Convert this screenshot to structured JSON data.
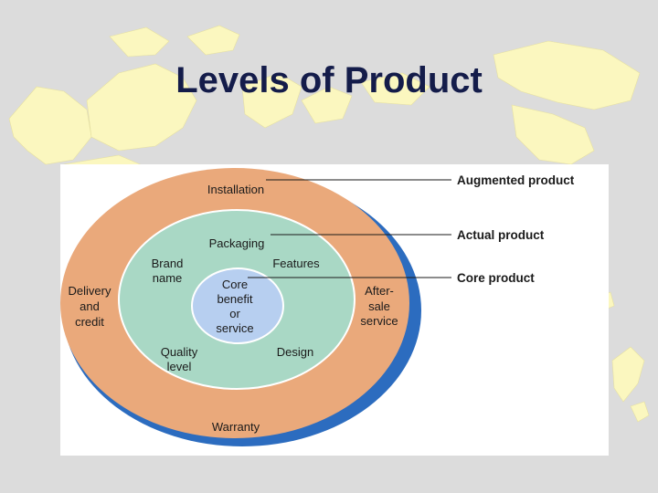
{
  "slide": {
    "title": "Levels of Product"
  },
  "colors": {
    "background": "#dcdcdc",
    "map_land": "#fbf7bf",
    "outer_ring": "#eaa97b",
    "shadow_ring": "#2c6cbf",
    "middle_ring": "#a9d8c5",
    "core_circle": "#b7cff0",
    "title_text": "#141c4a"
  },
  "diagram": {
    "callouts": {
      "augmented": "Augmented product",
      "actual": "Actual product",
      "core": "Core product"
    },
    "outer_ring_labels": {
      "installation": "Installation",
      "delivery": [
        "Delivery",
        "and",
        "credit"
      ],
      "after_sale": [
        "After-",
        "sale",
        "service"
      ],
      "warranty": "Warranty"
    },
    "middle_ring_labels": {
      "packaging": "Packaging",
      "brand_name": [
        "Brand",
        "name"
      ],
      "features": "Features",
      "quality_level": [
        "Quality",
        "level"
      ],
      "design": "Design"
    },
    "core_labels": [
      "Core",
      "benefit",
      "or",
      "service"
    ]
  }
}
